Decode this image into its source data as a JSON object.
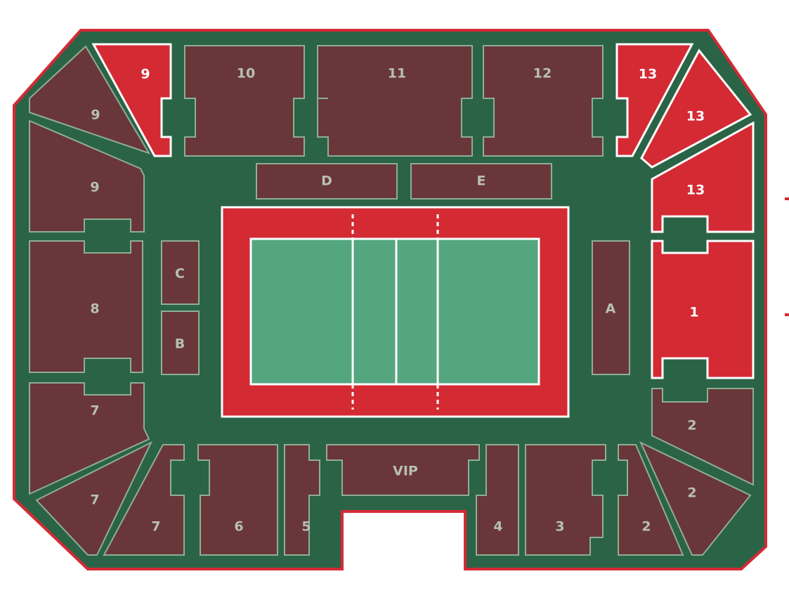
{
  "map": {
    "colors": {
      "concourse": "#2b6346",
      "outer_border": "#d42a34",
      "section_available": "#693739",
      "section_selected": "#d42a34",
      "section_outline": "#8fae96",
      "court_surround": "#d42a34",
      "court_surface": "#54a67f",
      "court_lines": "#ffffff",
      "label_dark": "#b7c0b3",
      "label_light": "#ffffff"
    },
    "sections": [
      {
        "id": "9-top",
        "label": "9",
        "state": "selected"
      },
      {
        "id": "9-upper",
        "label": "9",
        "state": "available"
      },
      {
        "id": "9-lower",
        "label": "9",
        "state": "available"
      },
      {
        "id": "10",
        "label": "10",
        "state": "available"
      },
      {
        "id": "11",
        "label": "11",
        "state": "available"
      },
      {
        "id": "12",
        "label": "12",
        "state": "available"
      },
      {
        "id": "13-top",
        "label": "13",
        "state": "selected"
      },
      {
        "id": "13-upper",
        "label": "13",
        "state": "selected"
      },
      {
        "id": "13-lower",
        "label": "13",
        "state": "selected"
      },
      {
        "id": "D",
        "label": "D",
        "state": "available"
      },
      {
        "id": "E",
        "label": "E",
        "state": "available"
      },
      {
        "id": "C",
        "label": "C",
        "state": "available"
      },
      {
        "id": "B",
        "label": "B",
        "state": "available"
      },
      {
        "id": "A",
        "label": "A",
        "state": "available"
      },
      {
        "id": "8",
        "label": "8",
        "state": "available"
      },
      {
        "id": "1",
        "label": "1",
        "state": "selected"
      },
      {
        "id": "7-upper",
        "label": "7",
        "state": "available"
      },
      {
        "id": "7-lower",
        "label": "7",
        "state": "available"
      },
      {
        "id": "7-front",
        "label": "7",
        "state": "available"
      },
      {
        "id": "6",
        "label": "6",
        "state": "available"
      },
      {
        "id": "5",
        "label": "5",
        "state": "available"
      },
      {
        "id": "VIP",
        "label": "VIP",
        "state": "available"
      },
      {
        "id": "4",
        "label": "4",
        "state": "available"
      },
      {
        "id": "3",
        "label": "3",
        "state": "available"
      },
      {
        "id": "2-upper",
        "label": "2",
        "state": "available"
      },
      {
        "id": "2-lower",
        "label": "2",
        "state": "available"
      },
      {
        "id": "2-front",
        "label": "2",
        "state": "available"
      }
    ]
  }
}
